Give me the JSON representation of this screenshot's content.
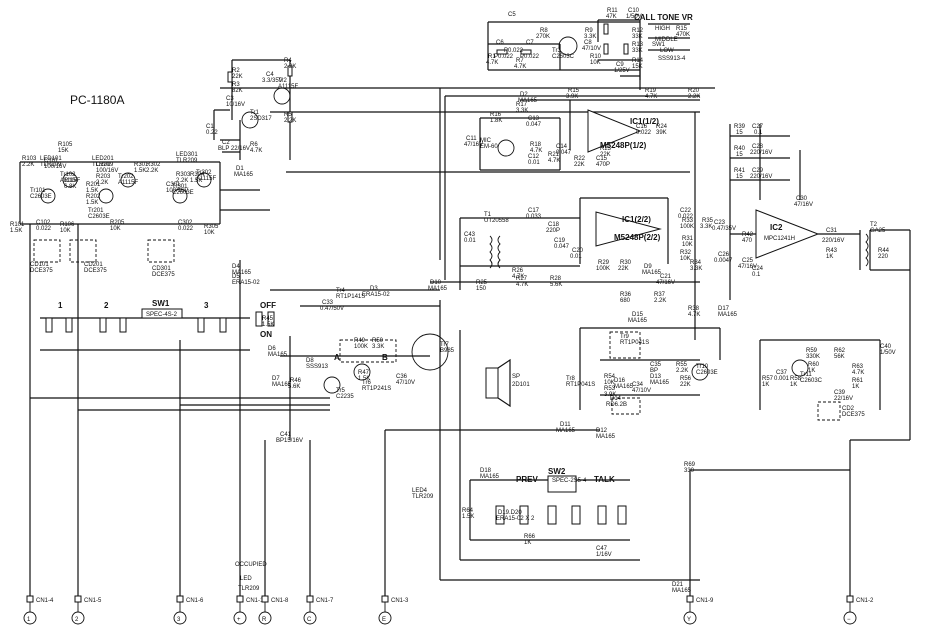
{
  "title": "PC-1180A",
  "call_tone": {
    "label": "CALL TONE VR",
    "high": "HIGH",
    "middle": "MIDDLE",
    "low": "LOW",
    "sw": "SW1",
    "part": "SSS913-4"
  },
  "ics": [
    {
      "id": "ic1",
      "ref": "IC1(1/2)",
      "part": "M5248P(1/2)"
    },
    {
      "id": "ic2",
      "ref": "IC1(2/2)",
      "part": "M5248P(2/2)"
    },
    {
      "id": "ic3",
      "ref": "IC2",
      "part": "MPC1241H"
    }
  ],
  "transistors": [
    {
      "id": "tr1",
      "ref": "Tr1",
      "part": "2SD317"
    },
    {
      "id": "tr2",
      "ref": "Tr2",
      "part": "A1115F"
    },
    {
      "id": "tr3",
      "ref": "Tr3",
      "part": "C2603C"
    },
    {
      "id": "tr101",
      "ref": "Tr101",
      "part": "C2603E"
    },
    {
      "id": "tr102",
      "ref": "Tr102",
      "part": "A1115F"
    },
    {
      "id": "tr201",
      "ref": "Tr201",
      "part": "C2603E"
    },
    {
      "id": "tr202",
      "ref": "Tr202",
      "part": "A1115F"
    },
    {
      "id": "tr301",
      "ref": "Tr301",
      "part": "C2603E"
    },
    {
      "id": "tr302",
      "ref": "Tr302",
      "part": "A1115F"
    },
    {
      "id": "tr4",
      "ref": "Tr4",
      "part": "RT1P141S"
    },
    {
      "id": "tr5",
      "ref": "Tr5",
      "part": "C2235"
    },
    {
      "id": "tr6",
      "ref": "Tr6",
      "part": "RT1P241S"
    },
    {
      "id": "tr7",
      "ref": "Tr7",
      "part": "B985"
    },
    {
      "id": "tr8",
      "ref": "Tr8",
      "part": "RT1P041S"
    },
    {
      "id": "tr9",
      "ref": "Tr9",
      "part": "RT1P041S"
    },
    {
      "id": "tr10",
      "ref": "Tr10",
      "part": "C2603E"
    },
    {
      "id": "tr11",
      "ref": "Tr11",
      "part": "C2603C"
    }
  ],
  "leds": [
    {
      "id": "led101",
      "ref": "LED101",
      "part": "TLR209"
    },
    {
      "id": "led201",
      "ref": "LED201",
      "part": "TLR209"
    },
    {
      "id": "led301",
      "ref": "LED301",
      "part": "TLR209"
    },
    {
      "id": "led4",
      "ref": "LED4",
      "part": "TLR209"
    }
  ],
  "switches": [
    {
      "id": "sw1",
      "ref": "SW1",
      "part": "SPEC-4S-2"
    },
    {
      "id": "sw2",
      "ref": "SW2",
      "part": "SPEC-2S5-4"
    }
  ],
  "sw1_positions": [
    "1",
    "2",
    "3"
  ],
  "sw2_labels": {
    "prev": "PREV",
    "talk": "TALK"
  },
  "off_on": {
    "off": "OFF",
    "on": "ON"
  },
  "transformers": [
    {
      "id": "t1",
      "ref": "T1",
      "part": "UT20558"
    },
    {
      "id": "t2",
      "ref": "T2",
      "part": "GA25"
    }
  ],
  "mic": {
    "ref": "MIC",
    "part": "EM-60"
  },
  "speaker": {
    "ref": "SP",
    "part": "2D101"
  },
  "sides": {
    "a": "A",
    "b": "B"
  },
  "connectors": [
    {
      "id": "cn1-4",
      "ref": "CN1-4",
      "sym": "1"
    },
    {
      "id": "cn1-5",
      "ref": "CN1-5",
      "sym": "2"
    },
    {
      "id": "cn1-6",
      "ref": "CN1-6",
      "sym": "3"
    },
    {
      "id": "cn1-10",
      "ref": "CN1-10",
      "sym": "+"
    },
    {
      "id": "cn1-8",
      "ref": "CN1-8",
      "sym": "R"
    },
    {
      "id": "cn1-7",
      "ref": "CN1-7",
      "sym": "C"
    },
    {
      "id": "cn1-3",
      "ref": "CN1-3",
      "sym": "E"
    },
    {
      "id": "cn1-9",
      "ref": "CN1-9",
      "sym": "Y"
    },
    {
      "id": "cn1-2",
      "ref": "CN1-2",
      "sym": "−"
    }
  ],
  "occupied_led": {
    "label": "OCCUPIED",
    "led": "LED",
    "part": "TLR209"
  },
  "labels": [
    {
      "id": "c5",
      "text": "C5"
    },
    {
      "id": "c5v",
      "text": "P0.022"
    },
    {
      "id": "c6",
      "text": "C6"
    },
    {
      "id": "c6v",
      "text": "P0.022"
    },
    {
      "id": "c7",
      "text": "C7"
    },
    {
      "id": "c7v",
      "text": "P0.022"
    },
    {
      "id": "r8",
      "text": "R8"
    },
    {
      "id": "r8v",
      "text": "270K"
    },
    {
      "id": "r1",
      "text": "R1"
    },
    {
      "id": "r1v",
      "text": "4.7K"
    },
    {
      "id": "r7",
      "text": "R7"
    },
    {
      "id": "r7v",
      "text": "4.7K"
    },
    {
      "id": "r11",
      "text": "R11"
    },
    {
      "id": "r11v",
      "text": "47K"
    },
    {
      "id": "c10",
      "text": "C10"
    },
    {
      "id": "c10v",
      "text": "1/50V"
    },
    {
      "id": "r9",
      "text": "R9"
    },
    {
      "id": "r9v",
      "text": "3.3K"
    },
    {
      "id": "c8",
      "text": "C8"
    },
    {
      "id": "c8v",
      "text": "47/10V"
    },
    {
      "id": "r10",
      "text": "R10"
    },
    {
      "id": "r10v",
      "text": "10K"
    },
    {
      "id": "r12",
      "text": "R12"
    },
    {
      "id": "r12v",
      "text": "33K"
    },
    {
      "id": "r13",
      "text": "R13"
    },
    {
      "id": "r13v",
      "text": "33K"
    },
    {
      "id": "r14",
      "text": "R14"
    },
    {
      "id": "r14v",
      "text": "15K"
    },
    {
      "id": "r15",
      "text": "R15"
    },
    {
      "id": "r15v",
      "text": "470K"
    },
    {
      "id": "c9",
      "text": "C9"
    },
    {
      "id": "c9v",
      "text": "1/25V"
    },
    {
      "id": "r2",
      "text": "R2"
    },
    {
      "id": "r2v",
      "text": "22K"
    },
    {
      "id": "r3",
      "text": "R3"
    },
    {
      "id": "r3v",
      "text": "82K"
    },
    {
      "id": "r4",
      "text": "R4"
    },
    {
      "id": "r4v",
      "text": "2.2K"
    },
    {
      "id": "r5",
      "text": "R5"
    },
    {
      "id": "r5v",
      "text": "2.2K"
    },
    {
      "id": "c3",
      "text": "C3"
    },
    {
      "id": "c3v",
      "text": "10/16V"
    },
    {
      "id": "c4",
      "text": "C4"
    },
    {
      "id": "c4v",
      "text": "3.3/35V"
    },
    {
      "id": "c1",
      "text": "C1"
    },
    {
      "id": "c1v",
      "text": "0.22"
    },
    {
      "id": "c2",
      "text": "C2"
    },
    {
      "id": "c2v",
      "text": "BLP 22/16V"
    },
    {
      "id": "r6",
      "text": "R6"
    },
    {
      "id": "r6v",
      "text": "4.7K"
    },
    {
      "id": "d1",
      "text": "D1"
    },
    {
      "id": "d1v",
      "text": "MA165"
    },
    {
      "id": "r15b",
      "text": "R15"
    },
    {
      "id": "r15bv",
      "text": "3.9K"
    },
    {
      "id": "r19",
      "text": "R19"
    },
    {
      "id": "r19v",
      "text": "4.7K"
    },
    {
      "id": "r20",
      "text": "R20"
    },
    {
      "id": "r20v",
      "text": "2.2K"
    },
    {
      "id": "d2",
      "text": "D2"
    },
    {
      "id": "d2v",
      "text": "MA165"
    },
    {
      "id": "r17",
      "text": "R17"
    },
    {
      "id": "r17v",
      "text": "3.3K"
    },
    {
      "id": "r16",
      "text": "R16"
    },
    {
      "id": "r16v",
      "text": "1.8K"
    },
    {
      "id": "c13",
      "text": "C13"
    },
    {
      "id": "c13v",
      "text": "0.047"
    },
    {
      "id": "c11",
      "text": "C11"
    },
    {
      "id": "c11v",
      "text": "47/16V"
    },
    {
      "id": "c12",
      "text": "C12"
    },
    {
      "id": "c12v",
      "text": "0.01"
    },
    {
      "id": "r18",
      "text": "R18"
    },
    {
      "id": "r18v",
      "text": "4.7K"
    },
    {
      "id": "r21",
      "text": "R21"
    },
    {
      "id": "r21v",
      "text": "4.7K"
    },
    {
      "id": "c14",
      "text": "C14"
    },
    {
      "id": "c14v",
      "text": "0.047"
    },
    {
      "id": "r22",
      "text": "R22"
    },
    {
      "id": "r22v",
      "text": "22K"
    },
    {
      "id": "c15",
      "text": "C15"
    },
    {
      "id": "c15v",
      "text": "470P"
    },
    {
      "id": "r23",
      "text": "R23"
    },
    {
      "id": "r23v",
      "text": "22K"
    },
    {
      "id": "c16",
      "text": "C16"
    },
    {
      "id": "c16v",
      "text": "0.022"
    },
    {
      "id": "r24",
      "text": "R24"
    },
    {
      "id": "r24v",
      "text": "39K"
    },
    {
      "id": "r39",
      "text": "R39"
    },
    {
      "id": "r39v",
      "text": "15"
    },
    {
      "id": "c27",
      "text": "C27"
    },
    {
      "id": "c27v",
      "text": "0.1"
    },
    {
      "id": "r40",
      "text": "R40"
    },
    {
      "id": "r40v",
      "text": "15"
    },
    {
      "id": "c28",
      "text": "C28"
    },
    {
      "id": "c28v",
      "text": "220/16V"
    },
    {
      "id": "r41",
      "text": "R41"
    },
    {
      "id": "r41v",
      "text": "15"
    },
    {
      "id": "c29",
      "text": "C29"
    },
    {
      "id": "c29v",
      "text": "220/16V"
    },
    {
      "id": "c30",
      "text": "C30"
    },
    {
      "id": "c30v",
      "text": "47/16V"
    },
    {
      "id": "c17",
      "text": "C17"
    },
    {
      "id": "c17v",
      "text": "0.033"
    },
    {
      "id": "c22",
      "text": "C22"
    },
    {
      "id": "c22v",
      "text": "0.022"
    },
    {
      "id": "r33",
      "text": "R33"
    },
    {
      "id": "r33v",
      "text": "100K"
    },
    {
      "id": "r35",
      "text": "R35"
    },
    {
      "id": "r35v",
      "text": "3.3K"
    },
    {
      "id": "c23",
      "text": "C23"
    },
    {
      "id": "c23v",
      "text": "0.47/35V"
    },
    {
      "id": "r42",
      "text": "R42"
    },
    {
      "id": "r42v",
      "text": "470"
    },
    {
      "id": "c26",
      "text": "C26"
    },
    {
      "id": "c26v",
      "text": "0.0047"
    },
    {
      "id": "c25",
      "text": "C25"
    },
    {
      "id": "c25v",
      "text": "47/16V"
    },
    {
      "id": "c24",
      "text": "C24"
    },
    {
      "id": "c24v",
      "text": "0.1"
    },
    {
      "id": "c31",
      "text": "C31"
    },
    {
      "id": "c31v",
      "text": "220/16V"
    },
    {
      "id": "r43",
      "text": "R43"
    },
    {
      "id": "r43v",
      "text": "1K"
    },
    {
      "id": "r44",
      "text": "R44"
    },
    {
      "id": "r44v",
      "text": "220"
    },
    {
      "id": "c43",
      "text": "C43"
    },
    {
      "id": "c43v",
      "text": "0.01"
    },
    {
      "id": "c18",
      "text": "C18"
    },
    {
      "id": "c18v",
      "text": "220P"
    },
    {
      "id": "c19",
      "text": "C19"
    },
    {
      "id": "c19v",
      "text": "0.047"
    },
    {
      "id": "c20",
      "text": "C20"
    },
    {
      "id": "c20v",
      "text": "0.01"
    },
    {
      "id": "r29",
      "text": "R29"
    },
    {
      "id": "r29v",
      "text": "100K"
    },
    {
      "id": "r30",
      "text": "R30"
    },
    {
      "id": "r30v",
      "text": "22K"
    },
    {
      "id": "r31",
      "text": "R31"
    },
    {
      "id": "r31v",
      "text": "10K"
    },
    {
      "id": "r32",
      "text": "R32"
    },
    {
      "id": "r32v",
      "text": "10K"
    },
    {
      "id": "r34",
      "text": "R34"
    },
    {
      "id": "r34v",
      "text": "3.3K"
    },
    {
      "id": "c21",
      "text": "C21"
    },
    {
      "id": "c21v",
      "text": "47/16V"
    },
    {
      "id": "d9",
      "text": "D9"
    },
    {
      "id": "d9v",
      "text": "MA165"
    },
    {
      "id": "r25",
      "text": "R25"
    },
    {
      "id": "r25v",
      "text": "150"
    },
    {
      "id": "r26",
      "text": "R26"
    },
    {
      "id": "r26v",
      "text": "4.7K"
    },
    {
      "id": "r27",
      "text": "R27"
    },
    {
      "id": "r27v",
      "text": "4.7K"
    },
    {
      "id": "r28",
      "text": "R28"
    },
    {
      "id": "r28v",
      "text": "5.6K"
    },
    {
      "id": "d10",
      "text": "D10"
    },
    {
      "id": "d10v",
      "text": "MA165"
    },
    {
      "id": "d3",
      "text": "D3"
    },
    {
      "id": "d3v",
      "text": "ERA15-02"
    },
    {
      "id": "d4",
      "text": "D4"
    },
    {
      "id": "d4v",
      "text": "MA165"
    },
    {
      "id": "d5",
      "text": "D5"
    },
    {
      "id": "d5v",
      "text": "ERA15-02"
    },
    {
      "id": "r36",
      "text": "R36"
    },
    {
      "id": "r36v",
      "text": "680"
    },
    {
      "id": "r37",
      "text": "R37"
    },
    {
      "id": "r37v",
      "text": "2.2K"
    },
    {
      "id": "r38",
      "text": "R38"
    },
    {
      "id": "r38v",
      "text": "4.7K"
    },
    {
      "id": "d17",
      "text": "D17"
    },
    {
      "id": "d17v",
      "text": "MA165"
    },
    {
      "id": "d15",
      "text": "D15"
    },
    {
      "id": "d15v",
      "text": "MA165"
    },
    {
      "id": "c35",
      "text": "C35"
    },
    {
      "id": "c35v",
      "text": "BP"
    },
    {
      "id": "r55",
      "text": "R55"
    },
    {
      "id": "r55v",
      "text": "2.2K"
    },
    {
      "id": "r56",
      "text": "R56"
    },
    {
      "id": "r56v",
      "text": "22K"
    },
    {
      "id": "r54",
      "text": "R54"
    },
    {
      "id": "r54v",
      "text": "10K"
    },
    {
      "id": "r53",
      "text": "R53"
    },
    {
      "id": "r53v",
      "text": "3.9K"
    },
    {
      "id": "d13",
      "text": "D13"
    },
    {
      "id": "d13v",
      "text": "MA165"
    },
    {
      "id": "c34",
      "text": "C34"
    },
    {
      "id": "c34v",
      "text": "47/10V"
    },
    {
      "id": "d14",
      "text": "D14"
    },
    {
      "id": "d14v",
      "text": "RD6.2B"
    },
    {
      "id": "d11",
      "text": "D11"
    },
    {
      "id": "d11v",
      "text": "MA165"
    },
    {
      "id": "r57",
      "text": "R57"
    },
    {
      "id": "r57v",
      "text": "1K"
    },
    {
      "id": "c37",
      "text": "C37"
    },
    {
      "id": "c37v",
      "text": "0.001"
    },
    {
      "id": "r58",
      "text": "R58"
    },
    {
      "id": "r58v",
      "text": "1K"
    },
    {
      "id": "r59",
      "text": "R59"
    },
    {
      "id": "r59v",
      "text": "330K"
    },
    {
      "id": "r60",
      "text": "R60"
    },
    {
      "id": "r60v",
      "text": "1K"
    },
    {
      "id": "r62",
      "text": "R62"
    },
    {
      "id": "r62v",
      "text": "56K"
    },
    {
      "id": "r63",
      "text": "R63"
    },
    {
      "id": "r63v",
      "text": "4.7K"
    },
    {
      "id": "c40",
      "text": "C40"
    },
    {
      "id": "c40v",
      "text": "1/50V"
    },
    {
      "id": "c39",
      "text": "C39"
    },
    {
      "id": "c39v",
      "text": "22/16V"
    },
    {
      "id": "r61",
      "text": "R61"
    },
    {
      "id": "r61v",
      "text": "1K"
    },
    {
      "id": "cd2",
      "text": "CD2"
    },
    {
      "id": "cd2v",
      "text": "DCE375"
    },
    {
      "id": "r69",
      "text": "R69"
    },
    {
      "id": "r69v",
      "text": "330"
    },
    {
      "id": "d12",
      "text": "D12"
    },
    {
      "id": "d12v",
      "text": "MA165"
    },
    {
      "id": "d18",
      "text": "D18"
    },
    {
      "id": "d18v",
      "text": "MA165"
    },
    {
      "id": "d21",
      "text": "D21"
    },
    {
      "id": "d21v",
      "text": "MA165"
    },
    {
      "id": "r64",
      "text": "R64"
    },
    {
      "id": "r64v",
      "text": "1.5K"
    },
    {
      "id": "r66",
      "text": "R66"
    },
    {
      "id": "r66v",
      "text": "1K"
    },
    {
      "id": "c47",
      "text": "C47"
    },
    {
      "id": "c47v",
      "text": "1/16V"
    },
    {
      "id": "d19",
      "text": "D19.D20"
    },
    {
      "id": "d19v",
      "text": "ERA15-02 X 2"
    },
    {
      "id": "r45",
      "text": "R45"
    },
    {
      "id": "r45v",
      "text": "1.5K"
    },
    {
      "id": "r46",
      "text": "R46"
    },
    {
      "id": "r46v",
      "text": "5.6K"
    },
    {
      "id": "r47",
      "text": "R47"
    },
    {
      "id": "r47v",
      "text": "1.5K"
    },
    {
      "id": "d6",
      "text": "D6"
    },
    {
      "id": "d6v",
      "text": "MA165"
    },
    {
      "id": "d7",
      "text": "D7"
    },
    {
      "id": "d7v",
      "text": "MA165"
    },
    {
      "id": "d8",
      "text": "D8"
    },
    {
      "id": "d8v",
      "text": "SSS913"
    },
    {
      "id": "c33",
      "text": "C33"
    },
    {
      "id": "c33v",
      "text": "0.47/50V"
    },
    {
      "id": "c36",
      "text": "C36"
    },
    {
      "id": "c36v",
      "text": "47/10V"
    },
    {
      "id": "c41",
      "text": "C41"
    },
    {
      "id": "c41v",
      "text": "BP15/16V"
    },
    {
      "id": "r49",
      "text": "R49"
    },
    {
      "id": "r49v",
      "text": "100K"
    },
    {
      "id": "r50",
      "text": "R50"
    },
    {
      "id": "r50v",
      "text": "3.3K"
    },
    {
      "id": "d16",
      "text": "D16"
    },
    {
      "id": "d16v",
      "text": "MA165"
    },
    {
      "id": "r101",
      "text": "R101"
    },
    {
      "id": "r101v",
      "text": "1.5K"
    },
    {
      "id": "r103",
      "text": "R103"
    },
    {
      "id": "r103v",
      "text": "2.2K"
    },
    {
      "id": "r105",
      "text": "R105"
    },
    {
      "id": "r105v",
      "text": "15K"
    },
    {
      "id": "c101",
      "text": "C101"
    },
    {
      "id": "c101v",
      "text": "100/16V"
    },
    {
      "id": "r104",
      "text": "R104"
    },
    {
      "id": "r104v",
      "text": "6.8K"
    },
    {
      "id": "c102",
      "text": "C102"
    },
    {
      "id": "c102v",
      "text": "0.022"
    },
    {
      "id": "r106",
      "text": "R106"
    },
    {
      "id": "r106v",
      "text": "10K"
    },
    {
      "id": "cd101",
      "text": "CD101"
    },
    {
      "id": "cd101v",
      "text": "DCE375"
    },
    {
      "id": "r201",
      "text": "R201"
    },
    {
      "id": "r201v",
      "text": "1.5K"
    },
    {
      "id": "r202",
      "text": "R202"
    },
    {
      "id": "r202v",
      "text": "1.5K"
    },
    {
      "id": "c201",
      "text": "C201"
    },
    {
      "id": "c201v",
      "text": "100/16V"
    },
    {
      "id": "r203",
      "text": "R203"
    },
    {
      "id": "r203v",
      "text": "2.2K"
    },
    {
      "id": "r205",
      "text": "R205"
    },
    {
      "id": "r205v",
      "text": "10K"
    },
    {
      "id": "cd201",
      "text": "CD201"
    },
    {
      "id": "cd201v",
      "text": "DCE375"
    },
    {
      "id": "r301",
      "text": "R301"
    },
    {
      "id": "r301v",
      "text": "1.5K"
    },
    {
      "id": "r302",
      "text": "R302"
    },
    {
      "id": "r302v",
      "text": "2.2K"
    },
    {
      "id": "c301",
      "text": "C301"
    },
    {
      "id": "c301v",
      "text": "100/16V"
    },
    {
      "id": "r303",
      "text": "R303"
    },
    {
      "id": "r303v",
      "text": "2.2K"
    },
    {
      "id": "r304",
      "text": "R304"
    },
    {
      "id": "r304v",
      "text": "1.5K"
    },
    {
      "id": "r305",
      "text": "R305"
    },
    {
      "id": "r305v",
      "text": "10K"
    },
    {
      "id": "c302",
      "text": "C302"
    },
    {
      "id": "c302v",
      "text": "0.022"
    },
    {
      "id": "cd301",
      "text": "CD301"
    },
    {
      "id": "cd301v",
      "text": "DCE375"
    }
  ]
}
